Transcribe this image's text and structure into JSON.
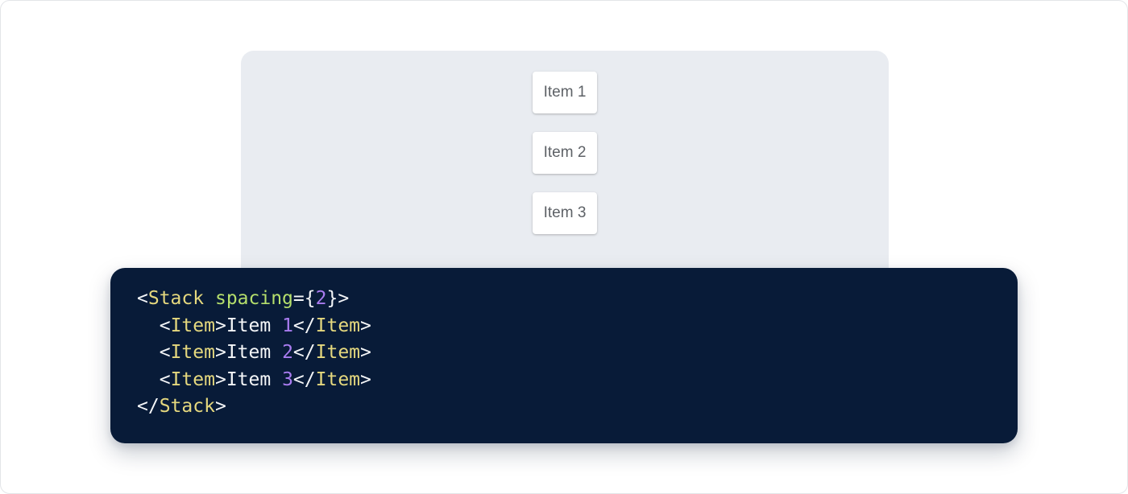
{
  "preview": {
    "items": [
      {
        "label": "Item 1"
      },
      {
        "label": "Item 2"
      },
      {
        "label": "Item 3"
      }
    ]
  },
  "code": {
    "line1": {
      "open": "<",
      "tag": "Stack",
      "space": " ",
      "attr": "spacing",
      "eq": "={",
      "num": "2",
      "close": "}>"
    },
    "line2": {
      "indent": "  ",
      "open": "<",
      "tag": "Item",
      "gt": ">",
      "text": "Item ",
      "num": "1",
      "closeOpen": "</",
      "closeTag": "Item",
      "closeGt": ">"
    },
    "line3": {
      "indent": "  ",
      "open": "<",
      "tag": "Item",
      "gt": ">",
      "text": "Item ",
      "num": "2",
      "closeOpen": "</",
      "closeTag": "Item",
      "closeGt": ">"
    },
    "line4": {
      "indent": "  ",
      "open": "<",
      "tag": "Item",
      "gt": ">",
      "text": "Item ",
      "num": "3",
      "closeOpen": "</",
      "closeTag": "Item",
      "closeGt": ">"
    },
    "line5": {
      "open": "</",
      "tag": "Stack",
      "close": ">"
    }
  },
  "colors": {
    "code_background": "#081b38",
    "tag": "#e5d87e",
    "attribute": "#b5df6c",
    "number": "#a97cf0",
    "preview_background": "#e9ecf1"
  }
}
